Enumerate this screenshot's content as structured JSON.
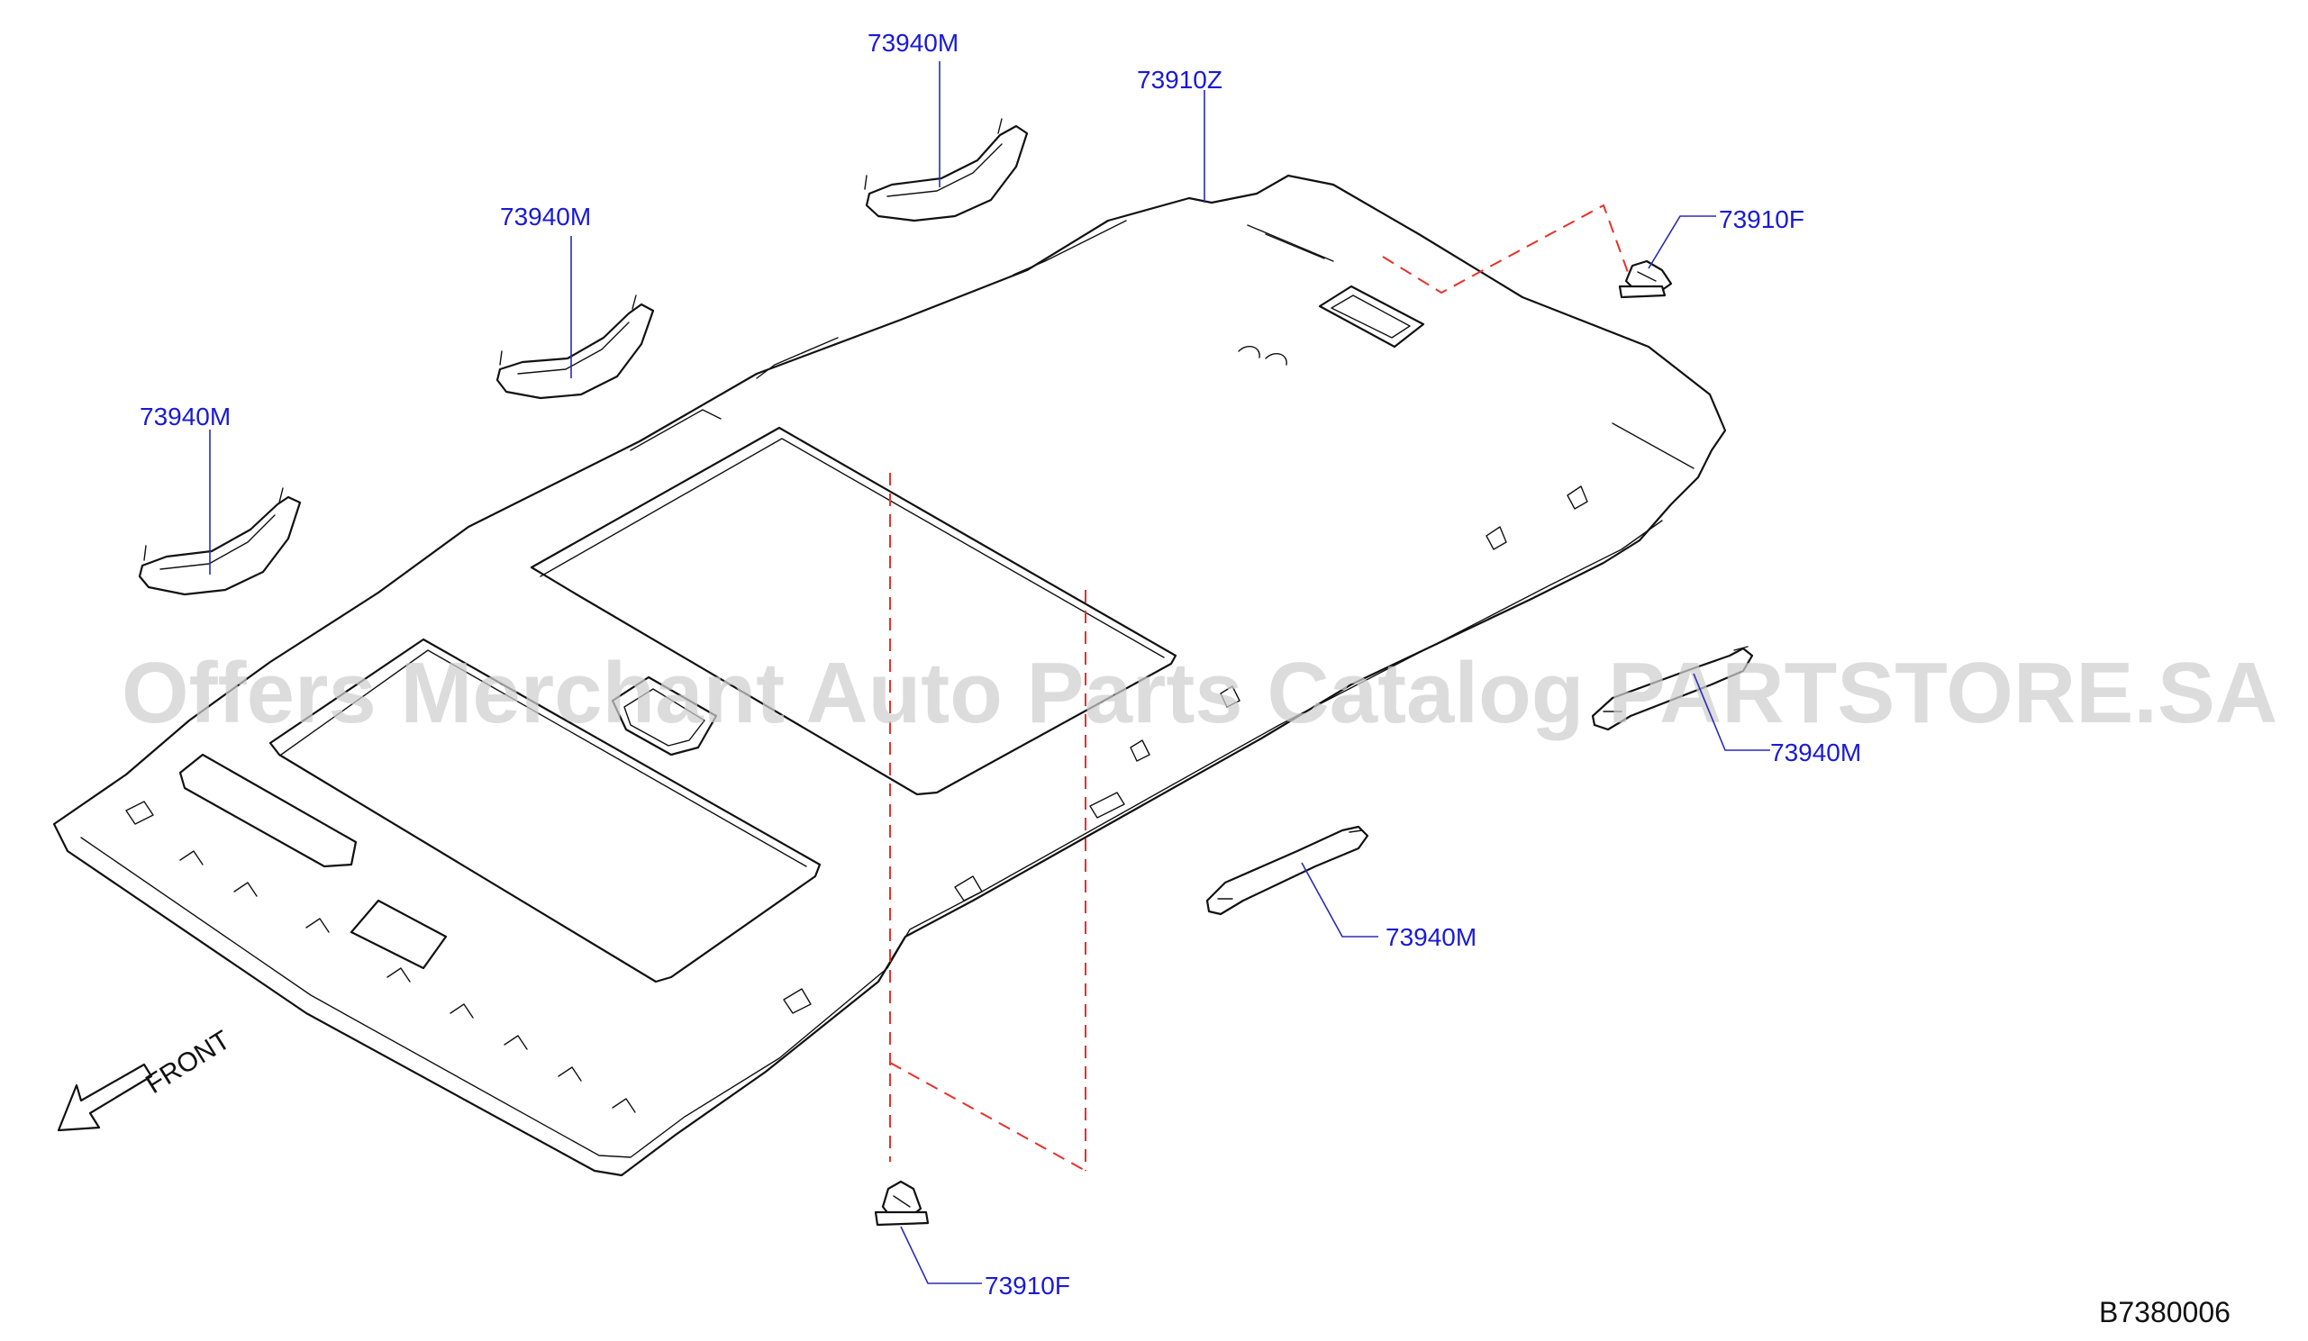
{
  "diagram": {
    "labels": {
      "grip_top": "73940M",
      "lining": "73910Z",
      "grip_mid": "73940M",
      "clip_right": "73910F",
      "grip_left": "73940M",
      "grip_right_upper": "73940M",
      "grip_right_lower": "73940M",
      "clip_bottom": "73910F"
    },
    "front_label": "FRONT",
    "diagram_code": "B7380006",
    "watermark": "Offers Merchant Auto Parts Catalog PARTSTORE.SA",
    "colors": {
      "label": "#1a1ad6",
      "outline": "#111111",
      "dashed": "#e8302a",
      "watermark": "#cfcfcf"
    }
  }
}
